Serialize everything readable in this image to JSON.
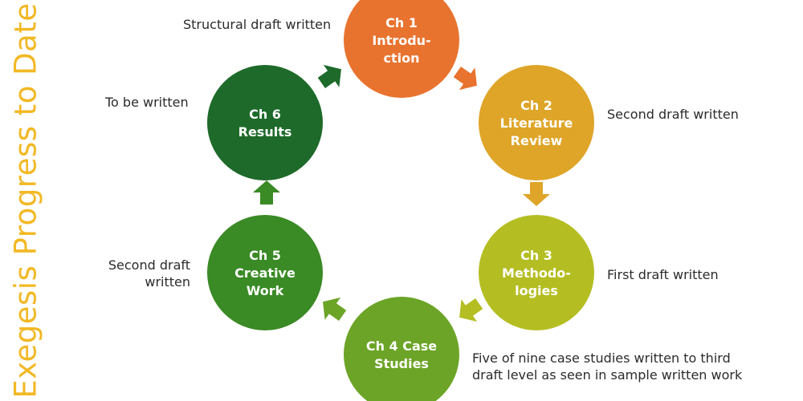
{
  "title": "Exegesis Progress to Date",
  "chapters": [
    {
      "lines": [
        "Ch 1",
        "Introdu-",
        "ction"
      ],
      "color": "#E8732F",
      "status": "Structural draft written"
    },
    {
      "lines": [
        "Ch 2",
        "Literature",
        "Review"
      ],
      "color": "#DFA528",
      "status": "Second draft written"
    },
    {
      "lines": [
        "Ch 3",
        "Methodo-",
        "logies"
      ],
      "color": "#B4BE22",
      "status": "First draft written"
    },
    {
      "lines": [
        "Ch 4  Case",
        "Studies"
      ],
      "color": "#6CA427",
      "status": "Five of nine case studies written to third draft level as seen in sample written work"
    },
    {
      "lines": [
        "Ch 5",
        "Creative",
        "Work"
      ],
      "color": "#3A8A25",
      "status": "Second draft written"
    },
    {
      "lines": [
        "Ch 6",
        "Results"
      ],
      "color": "#1E6A2A",
      "status": "To be written"
    }
  ],
  "notes": {
    "ch1": "Structural draft written",
    "ch2": "Second draft written",
    "ch3": "First draft written",
    "ch4_line1": "Five of nine case studies written to third",
    "ch4_line2": "draft level as seen in sample written work",
    "ch5_line1": "Second draft",
    "ch5_line2": "written",
    "ch6": "To be written"
  },
  "arrow_colors": [
    "#E8732F",
    "#DFA528",
    "#B4BE22",
    "#6CA427",
    "#3A8A25",
    "#1E6A2A"
  ]
}
